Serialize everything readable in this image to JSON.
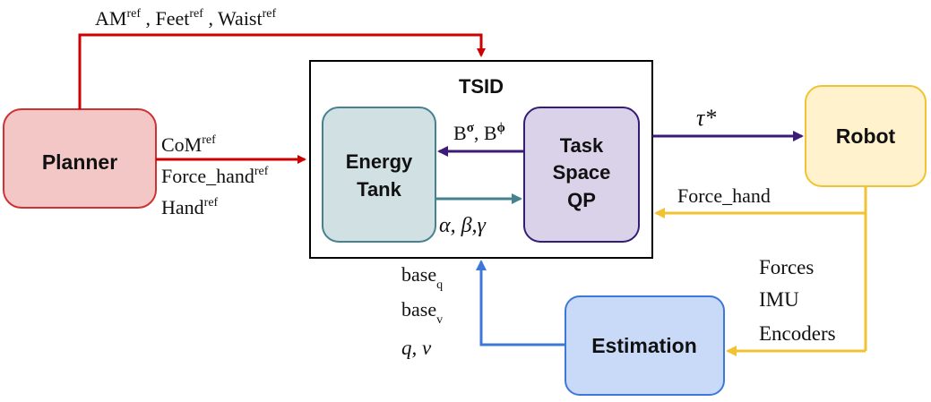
{
  "diagram": {
    "tsid_label": "TSID",
    "planner_label": "Planner",
    "robot_label": "Robot",
    "estimation_label": "Estimation",
    "energy_tank_line1": "Energy",
    "energy_tank_line2": "Tank",
    "qp_line1": "Task",
    "qp_line2": "Space",
    "qp_line3": "QP",
    "top_refs": {
      "am": "AM",
      "feet": "Feet",
      "waist": "Waist",
      "sup": "ref"
    },
    "planner_refs": {
      "com": "CoM",
      "force_hand": "Force_hand",
      "hand": "Hand",
      "sup": "ref"
    },
    "tau_label": "τ*",
    "force_hand_fb": "Force_hand",
    "b_label": {
      "b": "B",
      "sigma": "σ",
      "phi": "ϕ"
    },
    "alpha_label": "α, β,γ",
    "base_q": {
      "base": "base",
      "sub": "q"
    },
    "base_v": {
      "base": "base",
      "sub": "v"
    },
    "q_nu": "q, ν",
    "sensor_labels": [
      "Forces",
      "IMU",
      "Encoders"
    ],
    "colors": {
      "planner_fill": "#f4c7c7",
      "planner_stroke": "#cc3333",
      "robot_fill": "#fff2cc",
      "robot_stroke": "#f1c232",
      "estimation_fill": "#c9daf8",
      "estimation_stroke": "#3c78d8",
      "tank_fill": "#d0e0e3",
      "tank_stroke": "#45818e",
      "qp_fill": "#d9d2e9",
      "qp_stroke": "#351c75",
      "red_arrow": "#cc0000",
      "purple_arrow": "#3d1a78",
      "teal_arrow": "#45818e",
      "yellow_arrow": "#f1c232",
      "blue_arrow": "#3c78d8"
    }
  }
}
